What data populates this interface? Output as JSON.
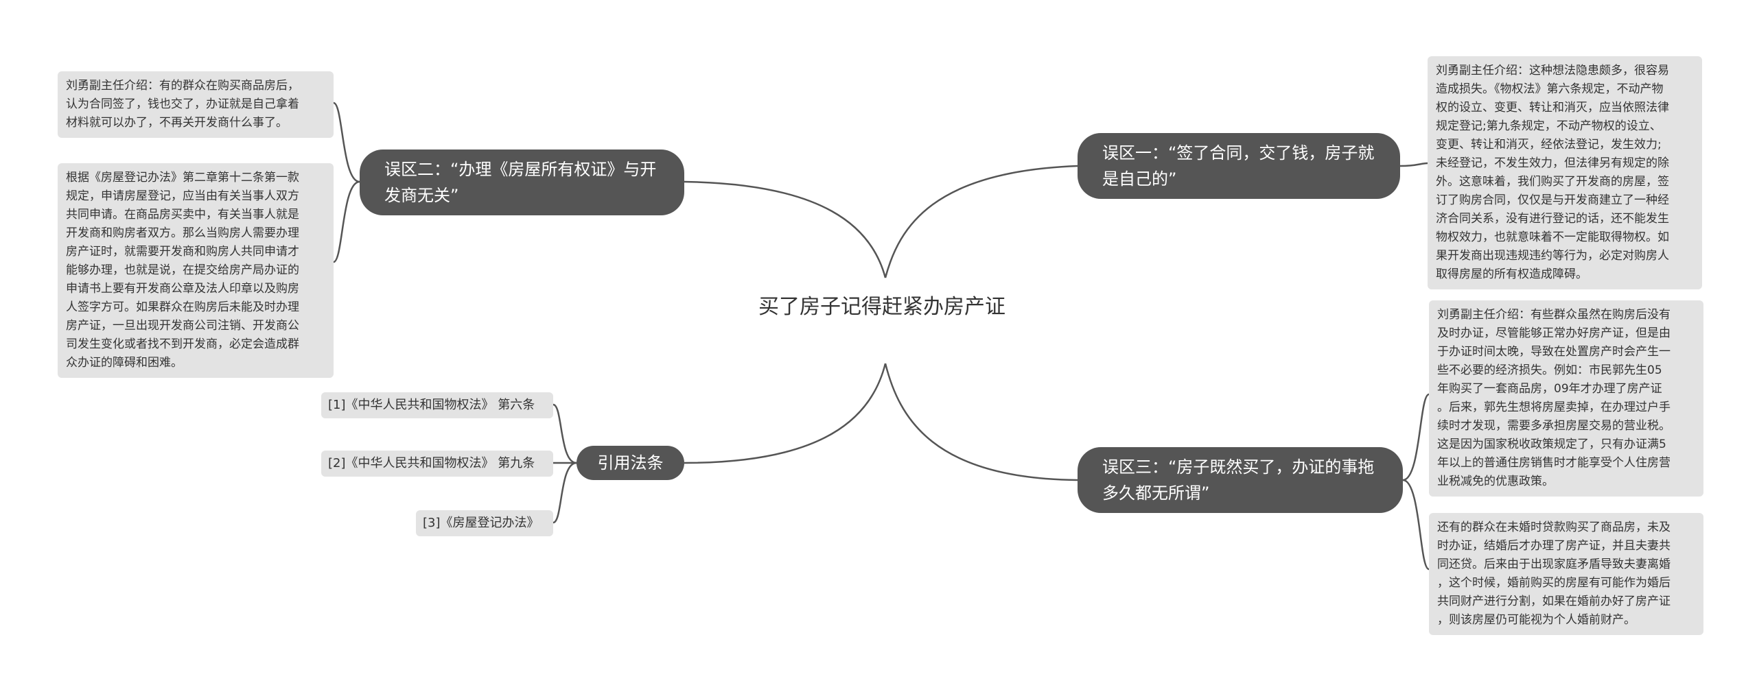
{
  "center_title": "买了房子记得赶紧办房产证",
  "branches": {
    "myth1": "误区一：“签了合同，交了钱，房子就是自己的”",
    "myth2": "误区二：“办理《房屋所有权证》与开发商无关”",
    "myth3": "误区三：“房子既然买了，办证的事拖多久都无所谓”",
    "refs": "引用法条"
  },
  "leaves": {
    "myth1_detail": "刘勇副主任介绍：这种想法隐患颇多，很容易\n造成损失。《物权法》第六条规定，不动产物\n权的设立、变更、转让和消灭，应当依照法律\n规定登记;第九条规定，不动产物权的设立、\n变更、转让和消灭，经依法登记，发生效力;\n未经登记，不发生效力，但法律另有规定的除\n外。这意味着，我们购买了开发商的房屋，签\n订了购房合同，仅仅是与开发商建立了一种经\n济合同关系，没有进行登记的话，还不能发生\n物权效力，也就意味着不一定能取得物权。如\n果开发商出现违规违约等行为，必定对购房人\n取得房屋的所有权造成障碍。",
    "myth2_intro": "刘勇副主任介绍：有的群众在购买商品房后，\n认为合同签了，钱也交了，办证就是自己拿着\n材料就可以办了，不再关开发商什么事了。",
    "myth2_detail": "根据《房屋登记办法》第二章第十二条第一款\n规定，申请房屋登记，应当由有关当事人双方\n共同申请。在商品房买卖中，有关当事人就是\n开发商和购房者双方。那么当购房人需要办理\n房产证时，就需要开发商和购房人共同申请才\n能够办理，也就是说，在提交给房产局办证的\n申请书上要有开发商公章及法人印章以及购房\n人签字方可。如果群众在购房后未能及时办理\n房产证，一旦出现开发商公司注销、开发商公\n司发生变化或者找不到开发商，必定会造成群\n众办证的障碍和困难。",
    "myth3_detail1": "刘勇副主任介绍：有些群众虽然在购房后没有\n及时办证，尽管能够正常办好房产证，但是由\n于办证时间太晚，导致在处置房产时会产生一\n些不必要的经济损失。例如：市民郭先生05\n年购买了一套商品房，09年才办理了房产证\n。后来，郭先生想将房屋卖掉，在办理过户手\n续时才发现，需要多承担房屋交易的营业税。\n这是因为国家税收政策规定了，只有办证满5\n年以上的普通住房销售时才能享受个人住房营\n业税减免的优惠政策。",
    "myth3_detail2": "还有的群众在未婚时贷款购买了商品房，未及\n时办证，结婚后才办理了房产证，并且夫妻共\n同还贷。后来由于出现家庭矛盾导致夫妻离婚\n，这个时候，婚前购买的房屋有可能作为婚后\n共同财产进行分割，如果在婚前办好了房产证\n，则该房屋仍可能视为个人婚前财产。",
    "ref1": "[1]《中华人民共和国物权法》 第六条",
    "ref2": "[2]《中华人民共和国物权法》 第九条",
    "ref3": "[3]《房屋登记办法》"
  },
  "colors": {
    "branch_fill": "#555555",
    "leaf_fill": "#e3e3e3",
    "line": "#555555",
    "text": "#333333"
  }
}
